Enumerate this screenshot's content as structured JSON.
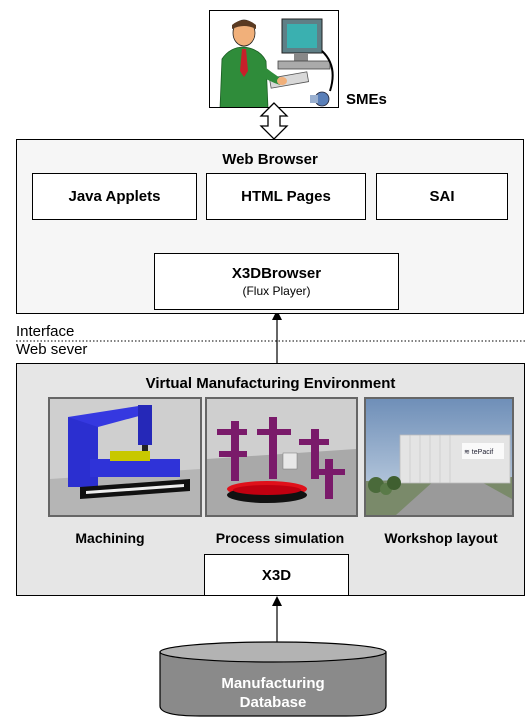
{
  "top": {
    "actor_label": "SMEs"
  },
  "browser": {
    "title": "Web Browser",
    "java_applets": "Java Applets",
    "html_pages": "HTML Pages",
    "sai": "SAI",
    "x3d_browser": "X3DBrowser",
    "x3d_browser_sub": "(Flux Player)"
  },
  "divider": {
    "upper": "Interface",
    "lower": "Web sever"
  },
  "vme": {
    "title": "Virtual Manufacturing Environment",
    "images": [
      {
        "caption": "Machining",
        "icon": "milling-machine-image"
      },
      {
        "caption": "Process simulation",
        "icon": "process-simulation-image"
      },
      {
        "caption": "Workshop layout",
        "icon": "workshop-layout-image"
      }
    ],
    "x3d": "X3D"
  },
  "database": {
    "line1": "Manufacturing",
    "line2": "Database"
  }
}
